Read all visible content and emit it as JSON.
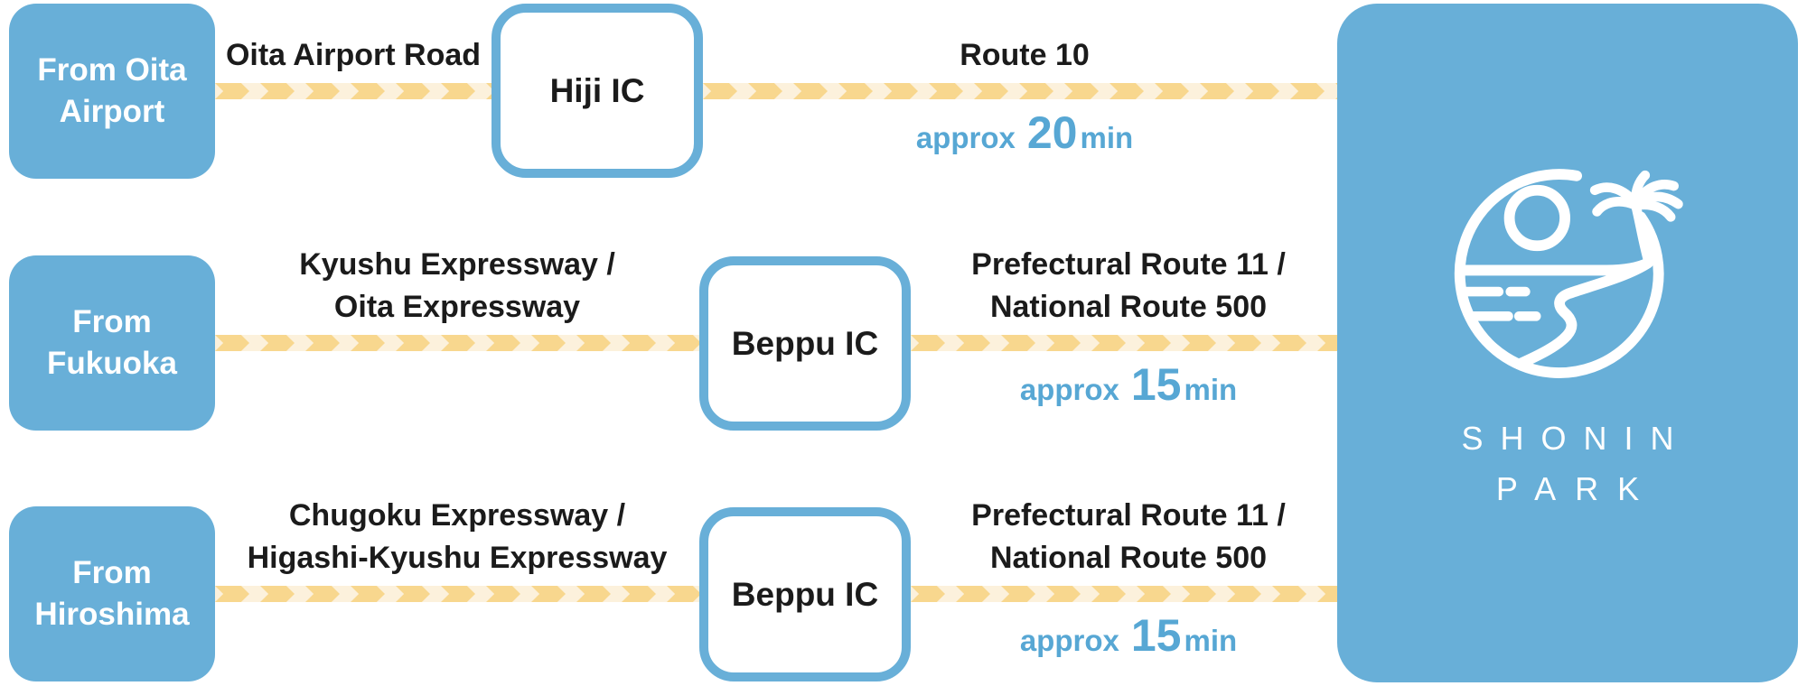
{
  "rows": [
    {
      "origin_line1": "From Oita",
      "origin_line2": "Airport",
      "road_before_line1": "Oita Airport Road",
      "road_before_line2": "",
      "ic_label": "Hiji IC",
      "road_after_line1": "Route 10",
      "road_after_line2": "",
      "time_prefix": "approx",
      "time_value": "20",
      "time_unit": "min"
    },
    {
      "origin_line1": "From",
      "origin_line2": "Fukuoka",
      "road_before_line1": "Kyushu Expressway /",
      "road_before_line2": "Oita Expressway",
      "ic_label": "Beppu IC",
      "road_after_line1": "Prefectural Route 11 /",
      "road_after_line2": "National Route 500",
      "time_prefix": "approx",
      "time_value": "15",
      "time_unit": "min"
    },
    {
      "origin_line1": "From",
      "origin_line2": "Hiroshima",
      "road_before_line1": "Chugoku Expressway /",
      "road_before_line2": "Higashi-Kyushu Expressway",
      "ic_label": "Beppu IC",
      "road_after_line1": "Prefectural Route 11 /",
      "road_after_line2": "National Route 500",
      "time_prefix": "approx",
      "time_value": "15",
      "time_unit": "min"
    }
  ],
  "destination": {
    "line1": "SHONIN",
    "line2": "PARK",
    "logo_icon": "beach-sun-palm-circle-logo"
  },
  "colors": {
    "primary_blue": "#68AFD8",
    "time_blue": "#57A7D4",
    "dash_yellow": "#F8D78E",
    "dash_gap_cream": "#FCF1DC",
    "text_black": "#1B1B1B",
    "panel_text_white": "#FFFFFF"
  }
}
